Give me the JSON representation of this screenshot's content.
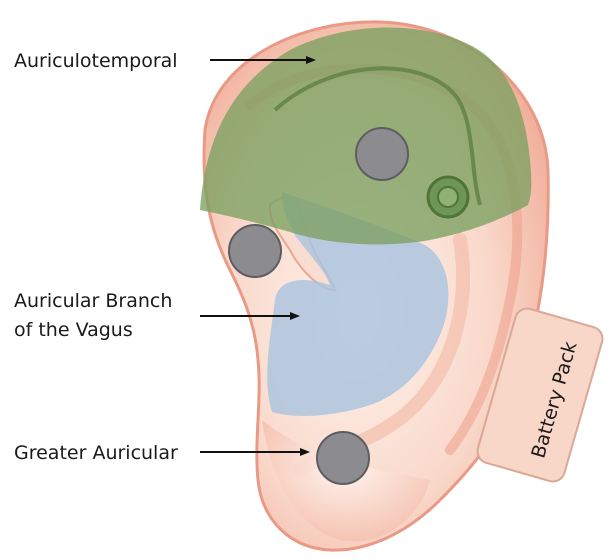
{
  "labels": {
    "auriculotemporal": "Auriculotemporal",
    "vagus_line1": "Auricular Branch",
    "vagus_line2": "of the Vagus",
    "greater_auricular": "Greater Auricular"
  },
  "battery": {
    "label": "Battery Pack"
  },
  "colors": {
    "ear_skin": "#f6c9b8",
    "ear_outline": "#e89a86",
    "auriculotemporal_region": "#7ba060",
    "vagus_region": "#a9c3df",
    "electrode": "#8c8c90",
    "electrode_outline": "#5d5d62",
    "battery_fill": "#f8d6c8",
    "battery_outline": "#d9a896"
  }
}
